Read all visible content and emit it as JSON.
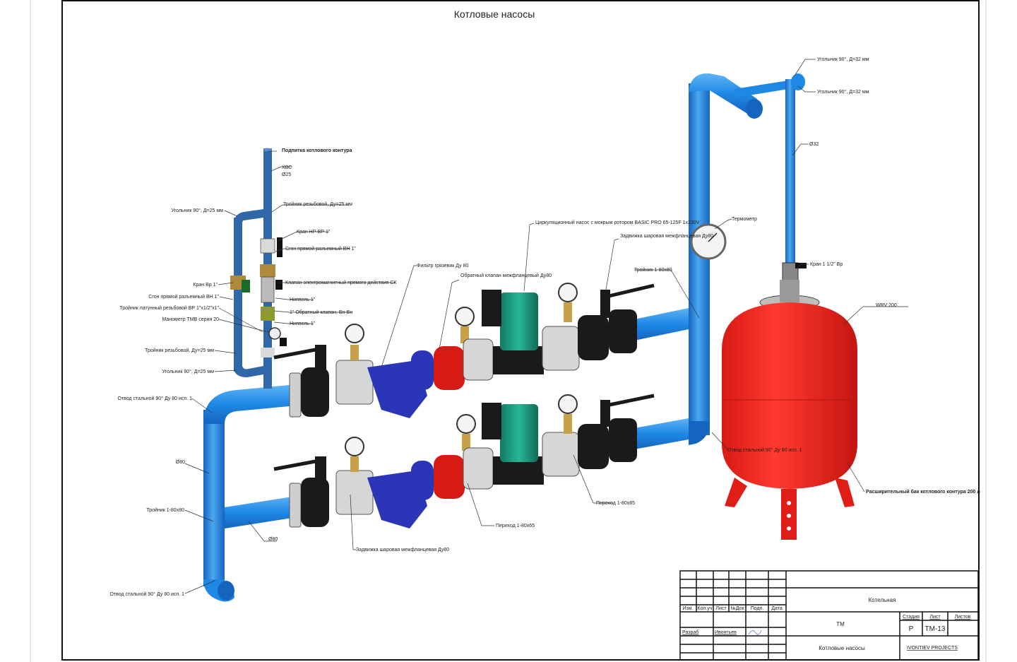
{
  "drawing": {
    "title": "Котловые насосы"
  },
  "labels": {
    "feed": "Подпитка котлового контура",
    "kvs": "ХВС",
    "d25": "Ø25",
    "tee_thread_top": "Тройник резьбовой, Ду=25 мм",
    "elbow_top_left": "Угольник 90°, Д=25 мм",
    "valve_hp": "Кран НР-ВР 1\"",
    "union_right": "Сгон прямой разъемный ВН 1\"",
    "solenoid": "Клапан электромагнитный прямого действия СК",
    "nipple1": "Ниппель 1\"",
    "check_valve": "1\" Обратный клапан, Вн-Вн",
    "nipple2": "Ниппель 1\"",
    "valve_vr": "Кран Вр 1\"",
    "union_left": "Сгон прямой разъемный ВН 1\"",
    "brass_tee": "Тройник латунный резьбовой ВР 1\"х1/2\"х1\"",
    "manometer": "Манометр ТМВ серия 20",
    "tee_thread_bottom": "Тройник резьбовой, Ду=25 мм",
    "elbow_bottom_left": "Угольник 90°, Д=25 мм",
    "bend_top": "Отвод стальной 90° Ду 80 исп. 1",
    "d80_left": "Ø80",
    "tee_left": "Тройник 1-80х80",
    "d80_bottom": "Ø80",
    "bend_bottom": "Отвод стальной 90° Ду 80 исп. 1",
    "filter": "Фильтр грязевик Ду 80",
    "check_flange": "Обратный клапан межфланцевый Ду80",
    "pump": "Циркуляционный насос с мокрым ротором BASIC PRO 65-125F 1x230V",
    "gate_top": "Задвижка шаровая межфланцевая Ду80",
    "thermometer": "Термометр",
    "tee_right": "Тройник 1-80х80",
    "elbow_right_1": "Угольник 90°, Д=32 мм",
    "elbow_right_2": "Угольник 90°, Д=32 мм",
    "d32": "Ø32",
    "valve_tank": "Кран 1 1/2\" Вр",
    "tank_model": "WRV 200",
    "bend_right": "Отвод стальной 90° Ду 80 исп. 1",
    "reducer_right": "Переход 1-80х65",
    "reducer_mid": "Переход 1-80х65",
    "gate_bottom": "Задвижка шаровая межфланцевая Ду80",
    "tank": "Расширительный бак котлового контура 200 л"
  },
  "title_block": {
    "headers": [
      "Изм.",
      "Кол.уч",
      "Лист",
      "№Док",
      "Подп.",
      "Дата"
    ],
    "role": "Разраб",
    "author": "Ивонтьев",
    "project": "Котельная",
    "section": "ТМ",
    "sheet_name": "Котловые насосы",
    "stage_header": "Стадия",
    "list_header": "Лист",
    "lists_header": "Листов",
    "stage": "Р",
    "code": "ТМ-13",
    "company": "IVONTIEV PROJECTS"
  },
  "colors": {
    "pipe_blue": "#1e88e5",
    "pipe_dark": "#2f67a8",
    "valve_blue": "#2b35b8",
    "tank_red": "#f0221b",
    "pump_green": "#1fa085",
    "body_black": "#1a1a1a",
    "flange_grey": "#cfcfcf"
  }
}
